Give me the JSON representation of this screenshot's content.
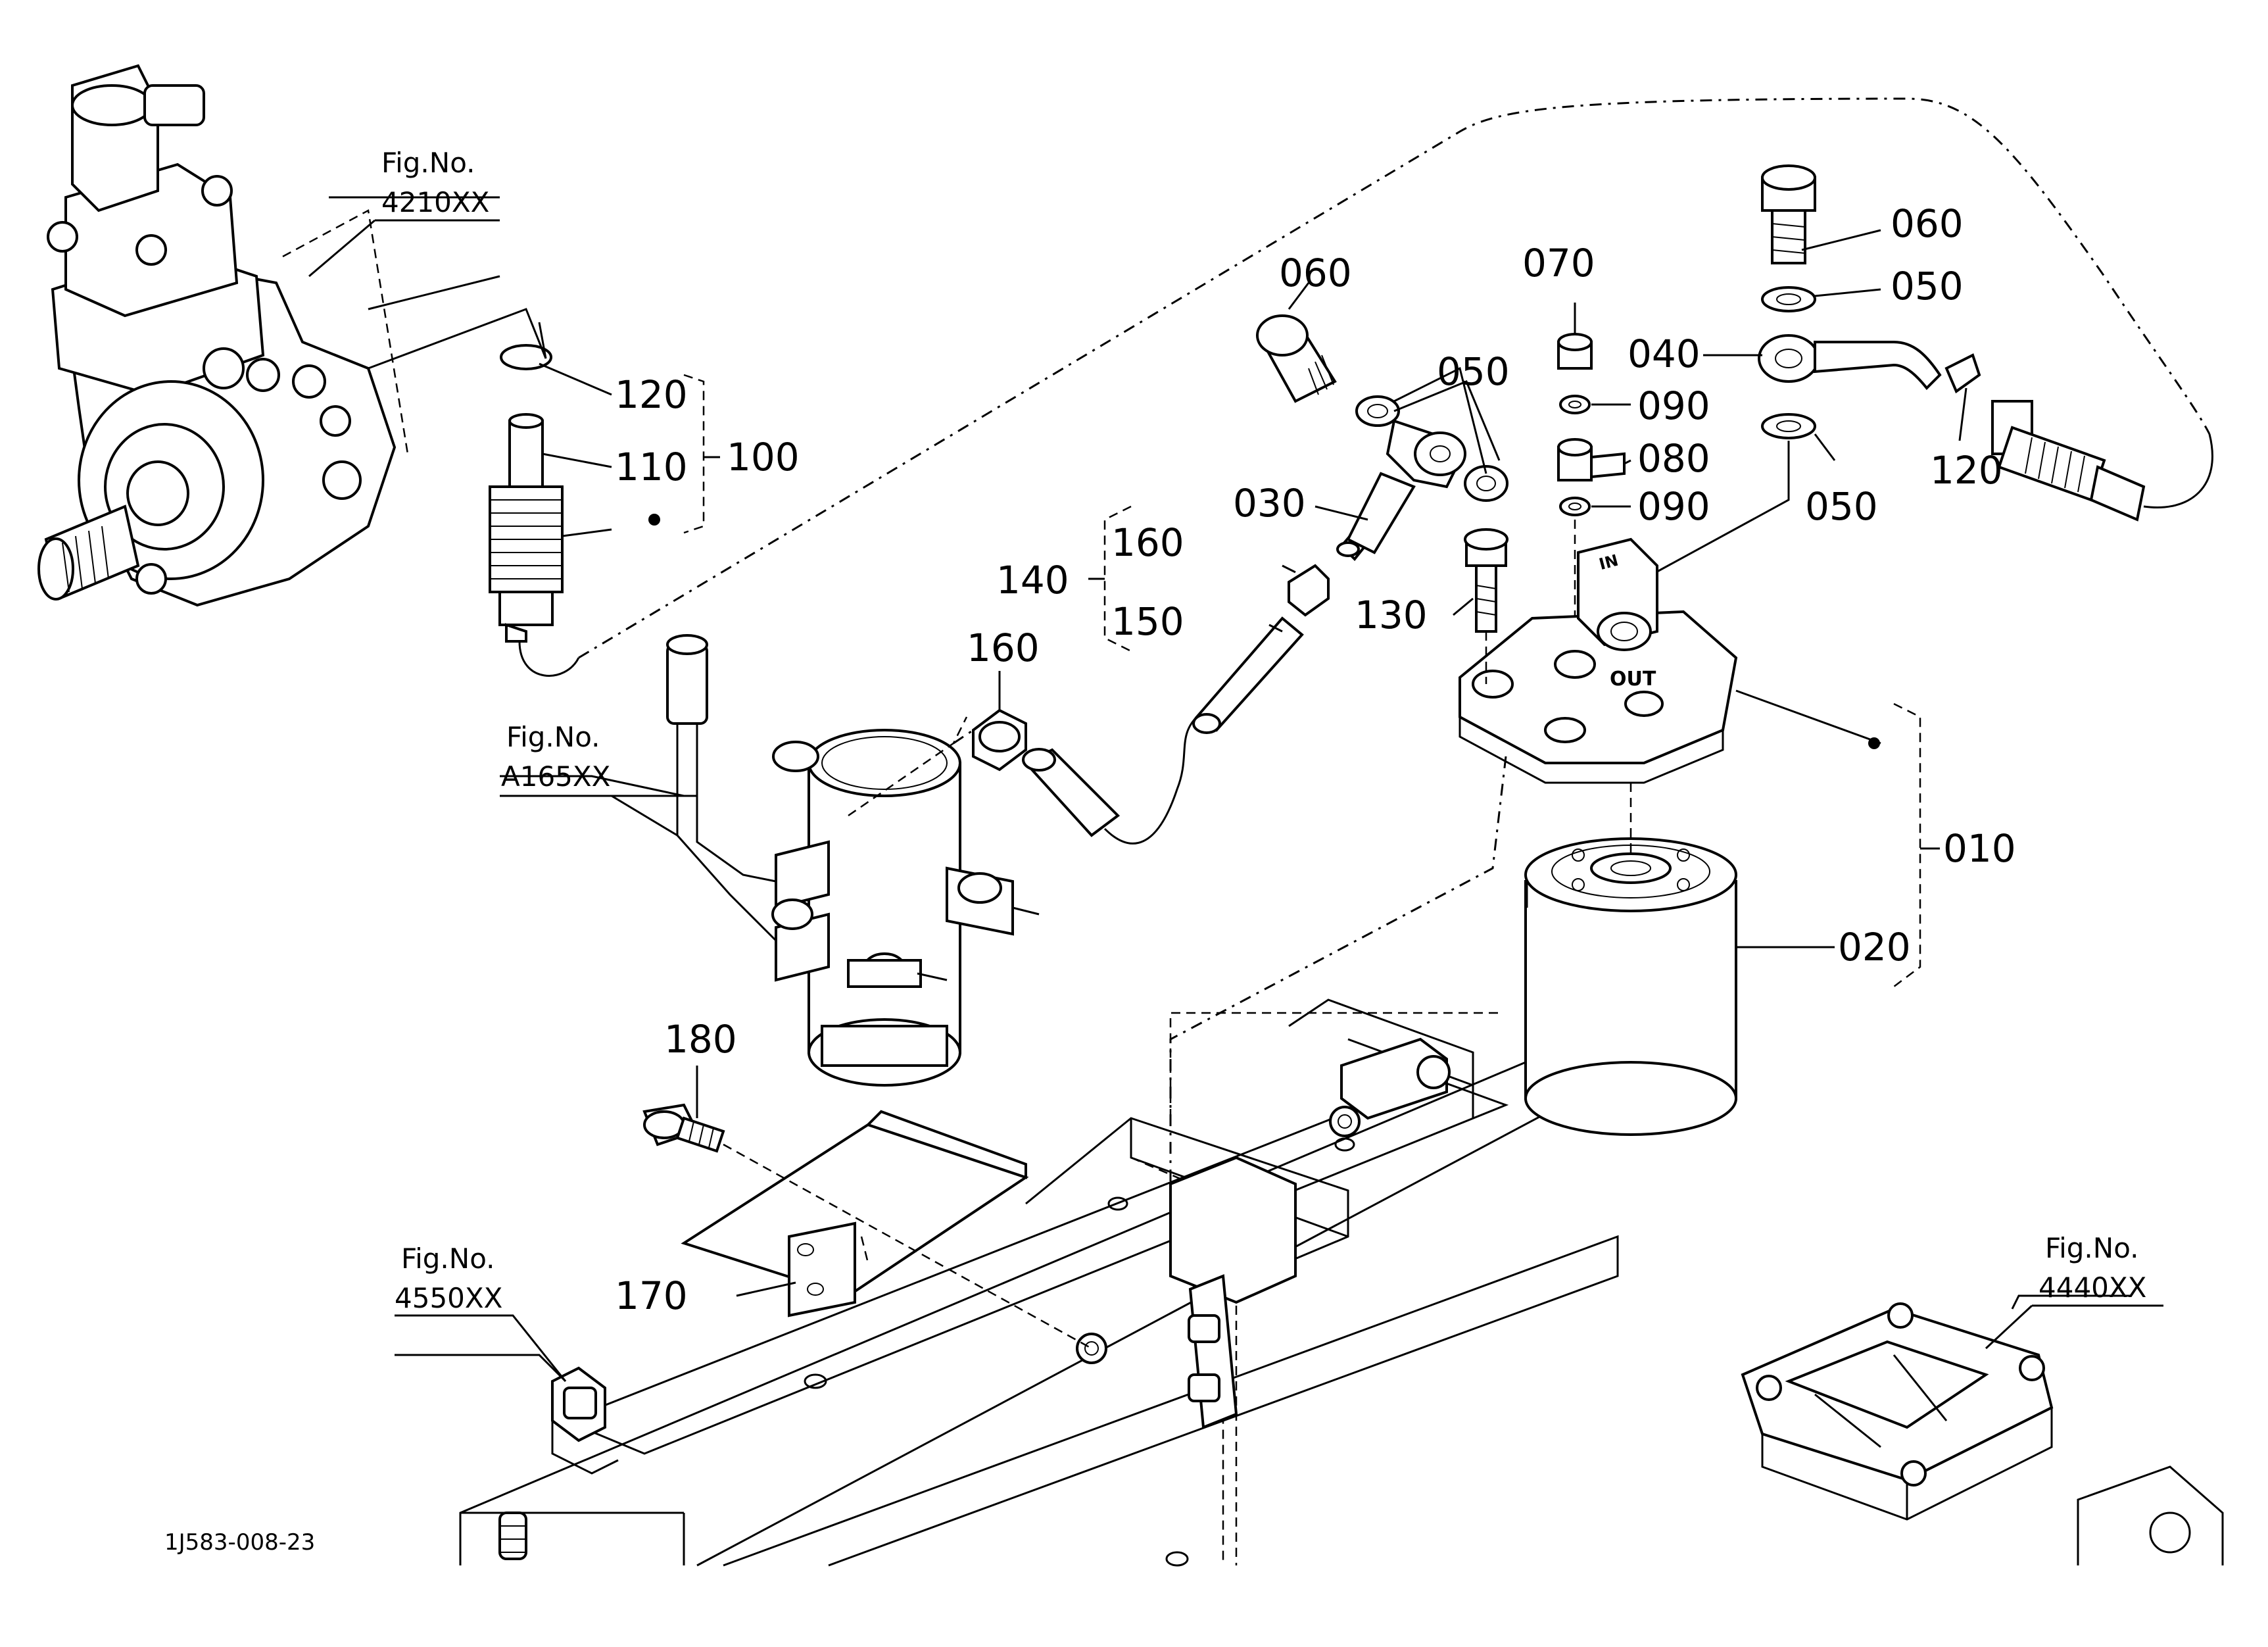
{
  "diagram": {
    "code": "1J583-008-23",
    "fig_prefix": "Fig.No.",
    "fig_refs": [
      {
        "id": "fig-4210",
        "number": "4210XX"
      },
      {
        "id": "fig-a165",
        "number": "A165XX"
      },
      {
        "id": "fig-4550",
        "number": "4550XX"
      },
      {
        "id": "fig-4440",
        "number": "4440XX"
      }
    ],
    "part_labels": [
      "060",
      "070",
      "050",
      "060",
      "050",
      "040",
      "090",
      "080",
      "090",
      "050",
      "120",
      "030",
      "160",
      "140",
      "150",
      "130",
      "120",
      "110",
      "100",
      "160",
      "010",
      "020",
      "180",
      "170"
    ],
    "marks": [
      "OUT",
      "IN"
    ]
  }
}
